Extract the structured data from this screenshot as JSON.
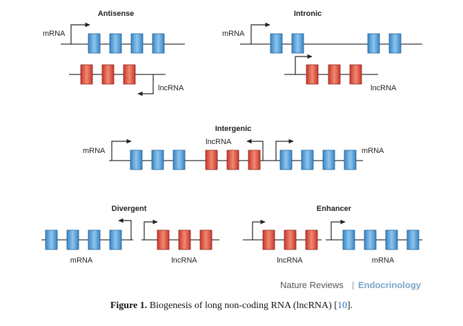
{
  "panels": {
    "antisense": {
      "title": "Antisense",
      "mrna_label": "mRNA",
      "lncrna_label": "lncRNA"
    },
    "intronic": {
      "title": "Intronic",
      "mrna_label": "mRNA",
      "lncrna_label": "lncRNA"
    },
    "intergenic": {
      "title": "Intergenic",
      "mrna_left_label": "mRNA",
      "lncrna_label": "lncRNA",
      "mrna_right_label": "mRNA"
    },
    "divergent": {
      "title": "Divergent",
      "mrna_label": "mRNA",
      "lncrna_label": "lncRNA"
    },
    "enhancer": {
      "title": "Enhancer",
      "lncrna_label": "lncRNA",
      "mrna_label": "mRNA"
    }
  },
  "branding": {
    "publisher": "Nature Reviews",
    "separator": "|",
    "journal": "Endocrinology"
  },
  "caption": {
    "prefix": "Figure 1.",
    "text": " Biogenesis of long non-coding RNA (lncRNA) [",
    "ref": "10",
    "suffix": "]."
  },
  "colors": {
    "mrna_exon": "#3d8fcf",
    "lncrna_exon": "#d9443a",
    "line": "#333333",
    "brand_gray": "#555555",
    "brand_blue": "#7aa6c8"
  }
}
